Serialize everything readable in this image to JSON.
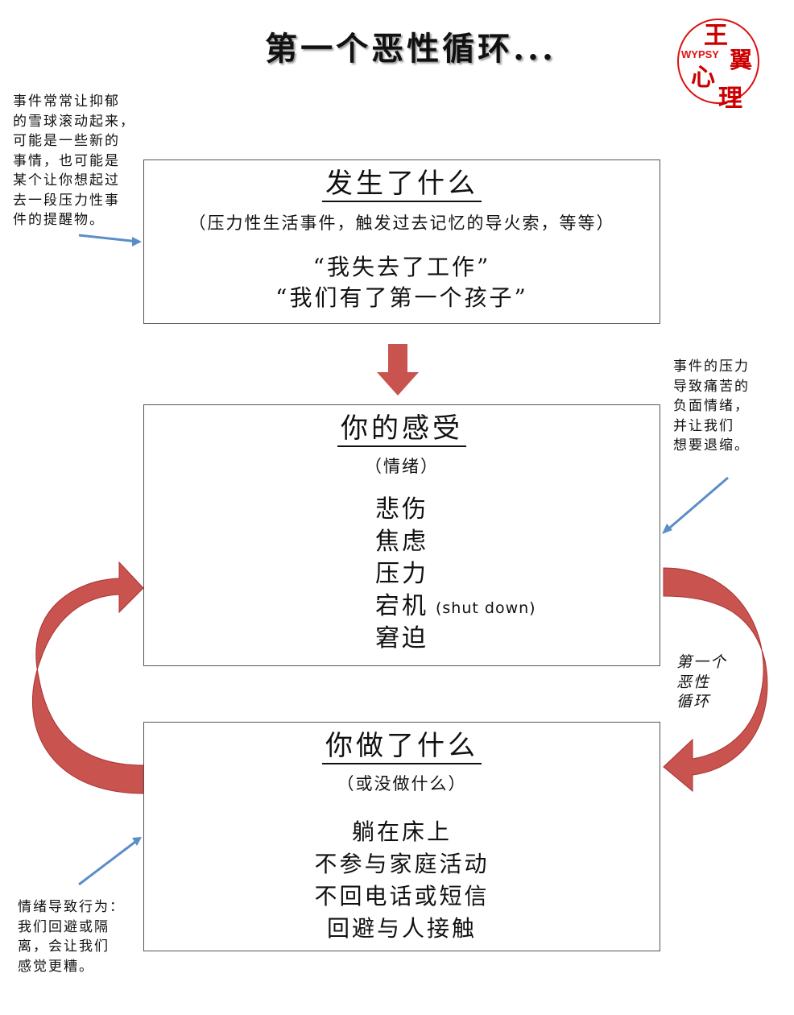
{
  "title": "第一个恶性循环...",
  "logo": {
    "text": "WYPSY",
    "characters": "王翼心理"
  },
  "colors": {
    "arrow_red": "#c9534f",
    "note_arrow_blue": "#5b8ec9"
  },
  "box_events": {
    "heading": "发生了什么",
    "subtitle": "（压力性生活事件，触发过去记忆的导火索，等等）",
    "examples": [
      "“我失去了工作”",
      "“我们有了第一个孩子”"
    ]
  },
  "box_feelings": {
    "heading": "你的感受",
    "subtitle": "（情绪）",
    "items": [
      "悲伤",
      "焦虑",
      "压力",
      "宕机",
      "窘迫"
    ],
    "shutdown_note": "(shut down)"
  },
  "box_actions": {
    "heading": "你做了什么",
    "subtitle": "（或没做什么）",
    "items": [
      "躺在床上",
      "不参与家庭活动",
      "不回电话或短信",
      "回避与人接触"
    ]
  },
  "notes": {
    "events": [
      "事件常常让抑郁",
      "的雪球滚动起来，",
      "可能是一些新的",
      "事情，也可能是",
      "某个让你想起过",
      "去一段压力性事",
      "件的提醒物。"
    ],
    "feelings": [
      "事件的压力",
      "导致痛苦的",
      "负面情绪，",
      "并让我们",
      "想要退缩。"
    ],
    "cycle": [
      "第一个",
      "恶性",
      "循环"
    ],
    "actions": [
      "情绪导致行为：",
      "我们回避或隔",
      "离，会让我们",
      "感觉更糟。"
    ]
  }
}
